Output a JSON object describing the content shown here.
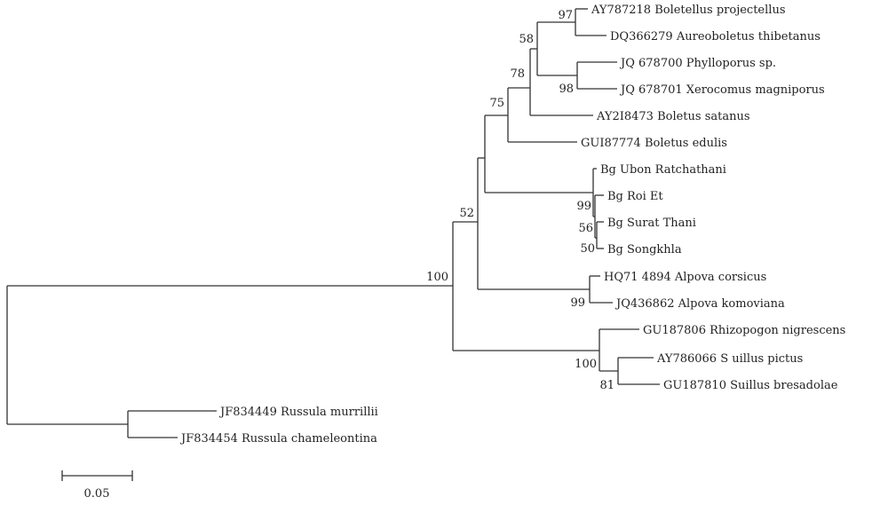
{
  "scale_bar": {
    "label": "0.05"
  },
  "taxa": [
    {
      "id": "t1",
      "label": "AY787218 Boletellus projectellus"
    },
    {
      "id": "t2",
      "label": "DQ366279 Aureoboletus thibetanus"
    },
    {
      "id": "t3",
      "label": "JQ 678700 Phylloporus sp."
    },
    {
      "id": "t4",
      "label": "JQ 678701 Xerocomus magniporus"
    },
    {
      "id": "t5",
      "label": "AY2I8473 Boletus satanus"
    },
    {
      "id": "t6",
      "label": "GUI87774 Boletus edulis"
    },
    {
      "id": "t7",
      "label": "Bg Ubon Ratchathani"
    },
    {
      "id": "t8",
      "label": "Bg Roi Et"
    },
    {
      "id": "t9",
      "label": "Bg Surat Thani"
    },
    {
      "id": "t10",
      "label": "Bg Songkhla"
    },
    {
      "id": "t11",
      "label": "HQ71 4894 Alpova corsicus"
    },
    {
      "id": "t12",
      "label": "JQ436862 Alpova komoviana"
    },
    {
      "id": "t13",
      "label": "GU187806 Rhizopogon nigrescens"
    },
    {
      "id": "t14",
      "label": "AY786066 S uillus pictus"
    },
    {
      "id": "t15",
      "label": "GU187810 Suillus bresadolae"
    },
    {
      "id": "t16",
      "label": "JF834449 Russula murrillii"
    },
    {
      "id": "t17",
      "label": "JF834454 Russula chameleontina"
    }
  ],
  "bootstrap": [
    {
      "id": "b1",
      "value": "97"
    },
    {
      "id": "b2",
      "value": "58"
    },
    {
      "id": "b3",
      "value": "98"
    },
    {
      "id": "b4",
      "value": "78"
    },
    {
      "id": "b5",
      "value": "75"
    },
    {
      "id": "b6",
      "value": "99"
    },
    {
      "id": "b7",
      "value": "56"
    },
    {
      "id": "b8",
      "value": "50"
    },
    {
      "id": "b9",
      "value": "52"
    },
    {
      "id": "b10",
      "value": "100"
    },
    {
      "id": "b11",
      "value": "99"
    },
    {
      "id": "b12",
      "value": "100"
    },
    {
      "id": "b13",
      "value": "81"
    }
  ]
}
